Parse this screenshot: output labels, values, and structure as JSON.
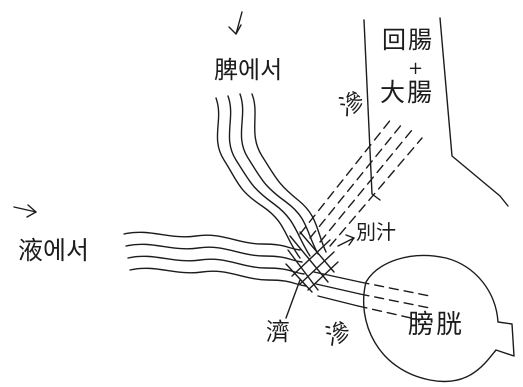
{
  "labels": {
    "top_inlet": "脾에서",
    "left_inlet": "液에서",
    "intestine_1": "回腸",
    "intestine_plus": "+",
    "intestine_2": "大腸",
    "seep_top": "滲",
    "seep_bottom": "滲",
    "separate": "別汁",
    "center": "濟",
    "bladder": "膀胱"
  }
}
